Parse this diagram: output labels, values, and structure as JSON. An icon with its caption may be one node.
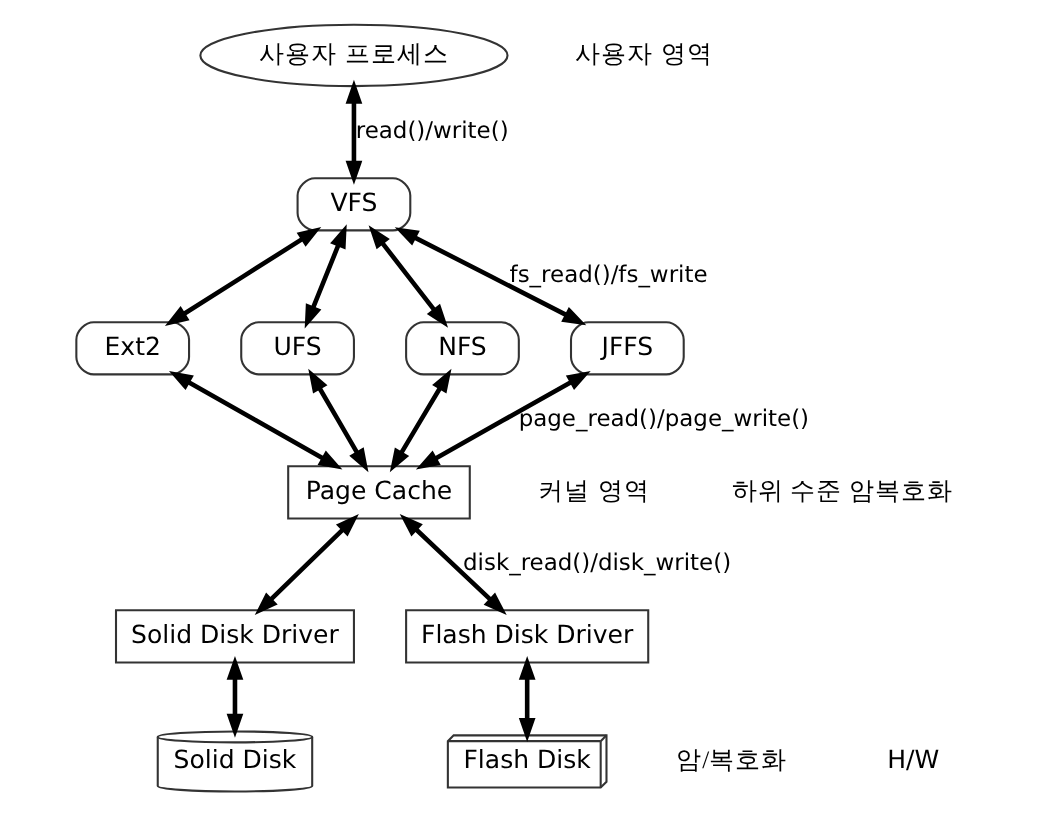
{
  "diagram": {
    "nodes": [
      {
        "text": [
          "사용자 프로세스"
        ]
      },
      {
        "text": [
          "VFS"
        ]
      },
      {
        "text": [
          "Ext2"
        ]
      },
      {
        "text": [
          "UFS"
        ]
      },
      {
        "text": [
          "NFS"
        ]
      },
      {
        "text": [
          "JFFS"
        ]
      },
      {
        "text": [
          "Page Cache"
        ]
      },
      {
        "text": [
          "Solid Disk Driver"
        ]
      },
      {
        "text": [
          "Flash Disk Driver"
        ]
      },
      {
        "text": [
          "Solid Disk"
        ]
      },
      {
        "text": [
          "Flash Disk"
        ]
      }
    ],
    "edges": [
      {
        "from": 0,
        "to": 1,
        "arrow": "both",
        "label": "read()/write()"
      },
      {
        "from": 1,
        "to": 2,
        "arrow": "both"
      },
      {
        "from": 1,
        "to": 3,
        "arrow": "both"
      },
      {
        "from": 1,
        "to": 4,
        "arrow": "both"
      },
      {
        "from": 1,
        "to": 5,
        "arrow": "both",
        "label": "fs_read()/fs_write"
      },
      {
        "from": 2,
        "to": 6,
        "arrow": "both"
      },
      {
        "from": 3,
        "to": 6,
        "arrow": "both"
      },
      {
        "from": 4,
        "to": 6,
        "arrow": "both"
      },
      {
        "from": 5,
        "to": 6,
        "arrow": "both",
        "label": "page_read()/page_write()"
      },
      {
        "from": 6,
        "to": 7,
        "arrow": "both"
      },
      {
        "from": 6,
        "to": 8,
        "arrow": "both",
        "label": "disk_read()/disk_write()"
      },
      {
        "from": 7,
        "to": 9,
        "arrow": "both"
      },
      {
        "from": 8,
        "to": 10,
        "arrow": "both"
      }
    ],
    "labels": [
      "사용자 영역",
      "커널 영역",
      "하위 수준 암복호화",
      "암/복호화",
      "H/W"
    ]
  }
}
